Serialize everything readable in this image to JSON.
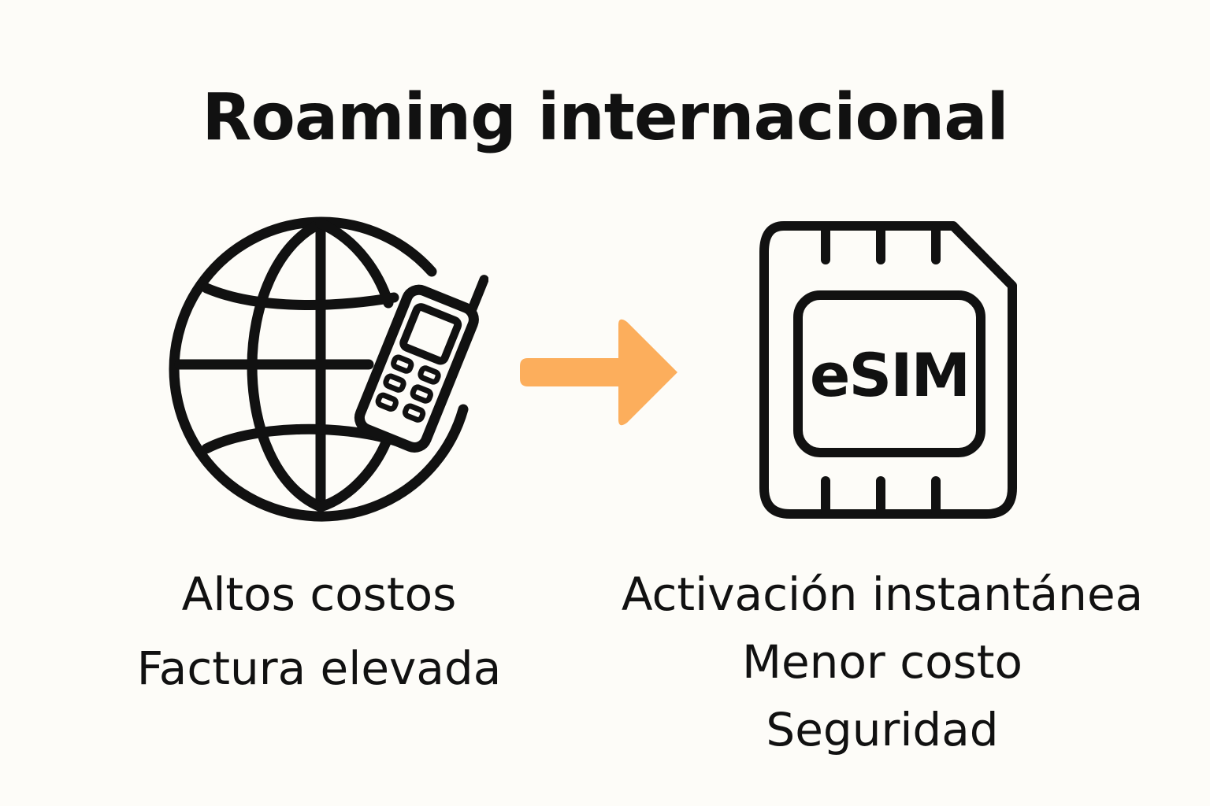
{
  "title": "Roaming internacional",
  "left_panel": {
    "icon": "globe-with-mobile-phone-icon",
    "lines": [
      "Altos costos",
      "Factura elevada"
    ]
  },
  "arrow": {
    "icon": "arrow-right-icon",
    "color": "#fcae5c"
  },
  "right_panel": {
    "icon": "esim-card-icon",
    "chip_label": "eSIM",
    "lines": [
      "Activación instantánea",
      "Menor costo",
      "Seguridad"
    ]
  },
  "colors": {
    "background": "#fdfcf8",
    "ink": "#111111",
    "accent": "#fcae5c"
  }
}
